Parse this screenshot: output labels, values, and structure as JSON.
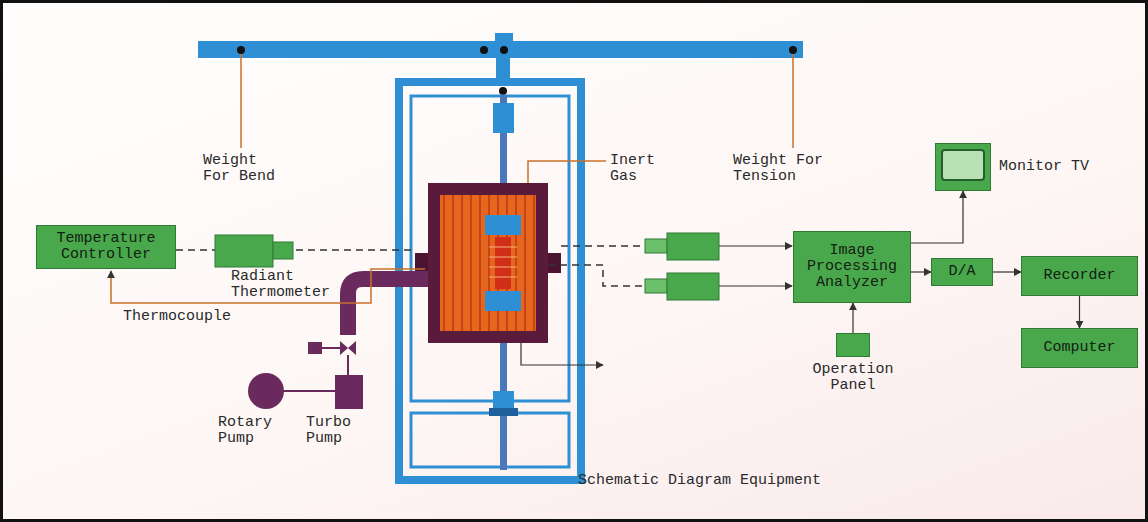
{
  "diagram": {
    "caption": "Schematic Diagram Equipment",
    "nodes": [
      {
        "text": [
          "Temperature Controller"
        ]
      },
      {
        "text": [
          "Image Processing Analyzer"
        ]
      },
      {
        "text": [
          "Monitor TV"
        ]
      },
      {
        "text": [
          "D/A"
        ]
      },
      {
        "text": [
          "Recorder"
        ]
      },
      {
        "text": [
          "Computer"
        ]
      },
      {
        "text": [
          "Operation Panel"
        ]
      }
    ],
    "edges": [
      {
        "from": 1,
        "to": 2,
        "arrow": "to"
      },
      {
        "from": 1,
        "to": 3,
        "arrow": "to"
      },
      {
        "from": 3,
        "to": 4,
        "arrow": "to"
      },
      {
        "from": 4,
        "to": 5,
        "arrow": "to"
      },
      {
        "from": 6,
        "to": 1,
        "arrow": "to"
      }
    ],
    "labels": [
      "Weight For Bend",
      "Weight For Tension",
      "Inert Gas",
      "Radiant Thermometer",
      "Thermocouple",
      "Rotary Pump",
      "Turbo Pump"
    ]
  }
}
